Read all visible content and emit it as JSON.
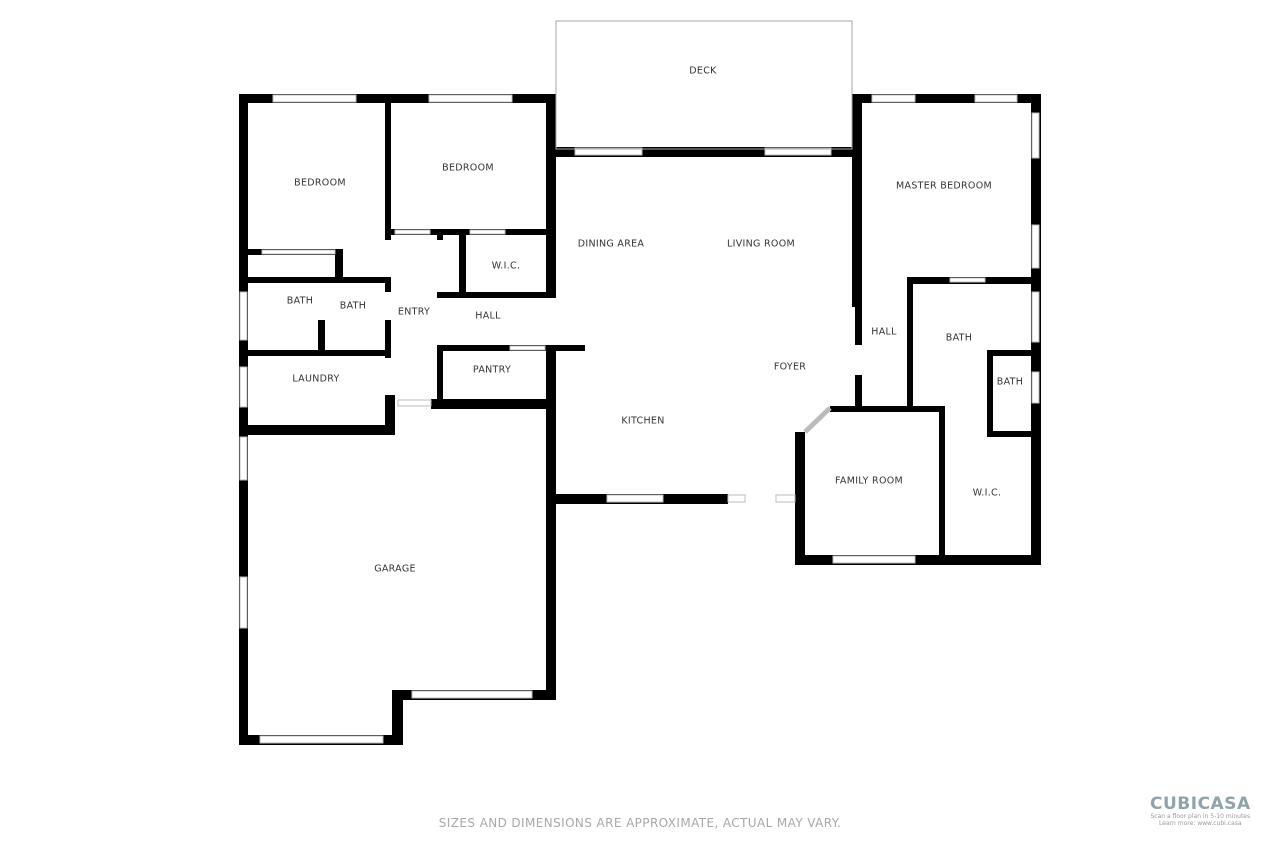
{
  "rooms": {
    "deck": "DECK",
    "bedroom_1": "BEDROOM",
    "bedroom_2": "BEDROOM",
    "dining_area": "DINING AREA",
    "living_room": "LIVING ROOM",
    "master_bedroom": "MASTER BEDROOM",
    "wic_1": "W.I.C.",
    "bath_1": "BATH",
    "bath_2": "BATH",
    "entry": "ENTRY",
    "hall_1": "HALL",
    "hall_2": "HALL",
    "bath_3": "BATH",
    "bath_4": "BATH",
    "laundry": "LAUNDRY",
    "pantry": "PANTRY",
    "foyer": "FOYER",
    "kitchen": "KITCHEN",
    "family_room": "FAMILY ROOM",
    "wic_2": "W.I.C.",
    "garage": "GARAGE"
  },
  "colors": {
    "wall": "#000000",
    "window": "#bbbbbb",
    "brand": "#8fa3a8"
  },
  "footer": {
    "disclaimer": "SIZES AND DIMENSIONS ARE APPROXIMATE, ACTUAL MAY VARY."
  },
  "logo": {
    "brand": "CUBICASA",
    "tagline": "Scan a floor plan in 5-10 minutes",
    "learn_more": "Learn more: www.cubi.casa"
  }
}
